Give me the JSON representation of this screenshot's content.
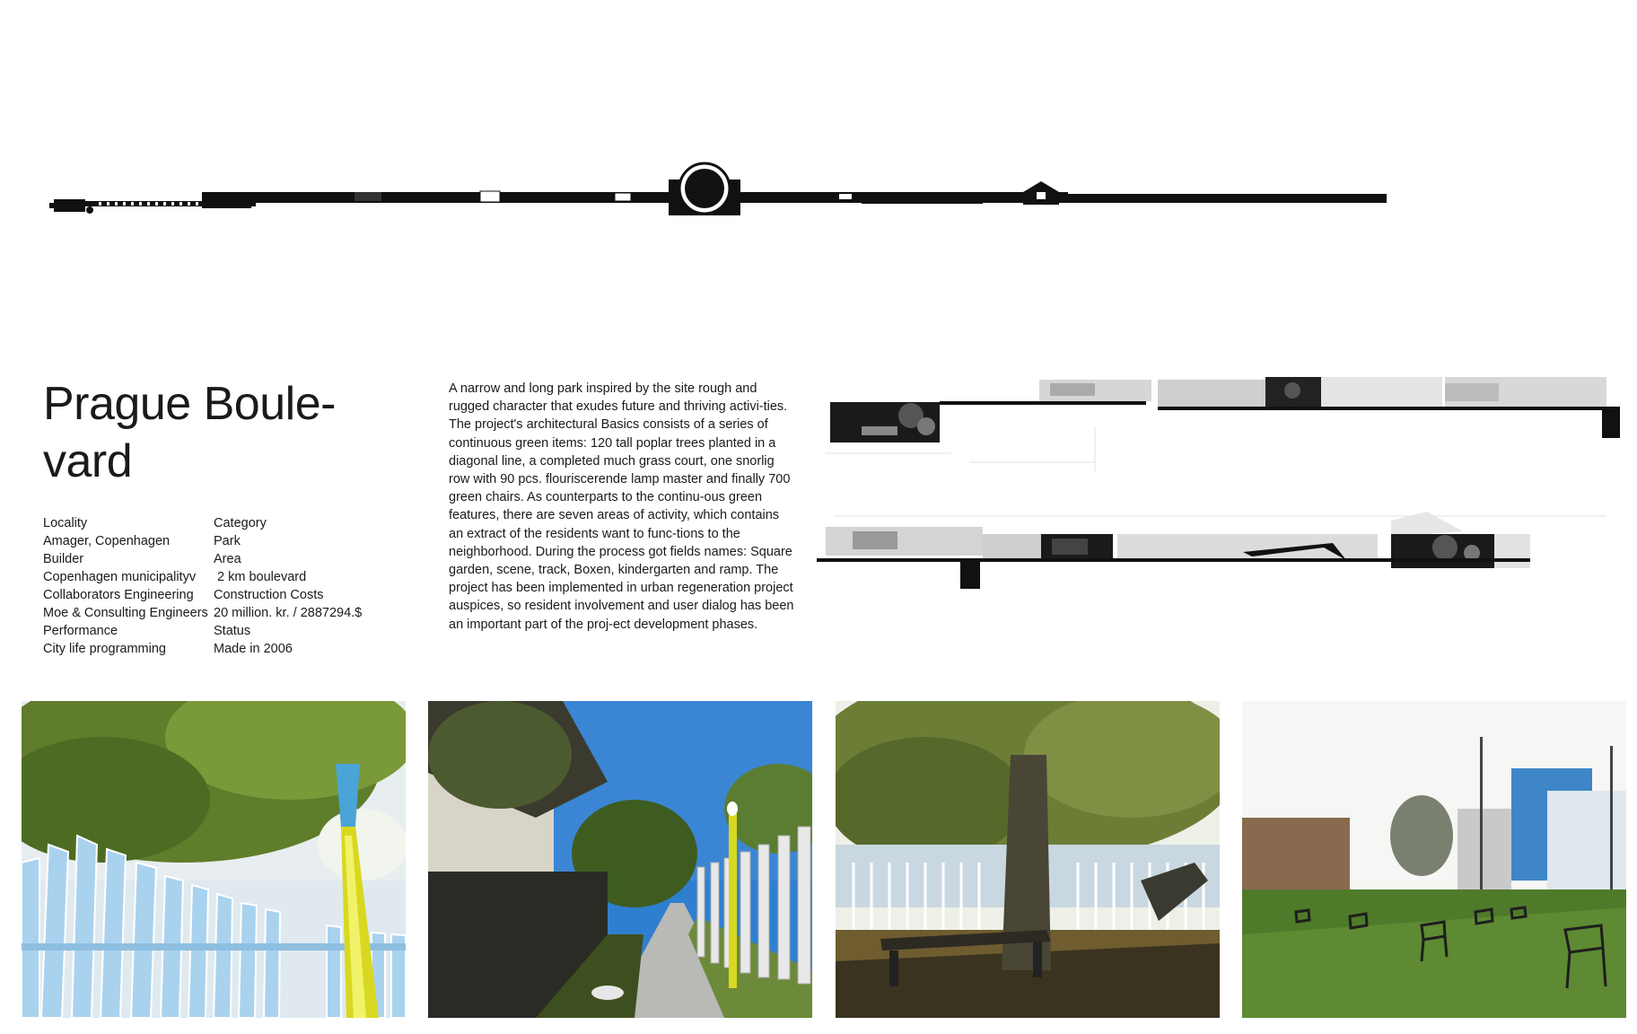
{
  "project": {
    "title": "Prague Boule-\nvard",
    "info": [
      {
        "a": "Locality",
        "b": "Category"
      },
      {
        "a": "Amager, Copenhagen",
        "b": "Park"
      },
      {
        "a": "Builder",
        "b": "Area"
      },
      {
        "a": "Copenhagen municipalityv",
        "b": " 2 km boulevard"
      },
      {
        "a": "Collaborators Engineering",
        "b": "Construction Costs"
      },
      {
        "a": "Moe & Consulting Engineers",
        "b": "20 million. kr. / 2887294.$"
      },
      {
        "a": "Performance",
        "b": "Status"
      },
      {
        "a": "City life programming",
        "b": "Made in 2006"
      }
    ],
    "description": "A narrow and long park inspired by the site rough and rugged character that exudes future and thriving activi-ties. The project's architectural Basics consists of a series of continuous green items: 120 tall poplar trees planted in a diagonal line, a completed much grass court, one snorlig row with 90 pcs. flouriscerende lamp master and finally 700 green chairs. As counterparts to the continu-ous green features, there are seven areas of activity, which contains an extract of the residents want to func-tions to the neighborhood. During the process got fields names: Square garden, scene, track, Boxen, kindergarten and ramp. The project has been implemented in urban regeneration project auspices, so resident involvement and user dialog has been an important part of the proj-ect development phases."
  },
  "colors": {
    "text": "#1a1a1a",
    "plan_black": "#111111",
    "sky_blue": "#2f7fd0",
    "grass_green": "#4f7a2a",
    "fence_blue": "#8fc4e8",
    "pole_yellow": "#d8d820"
  }
}
